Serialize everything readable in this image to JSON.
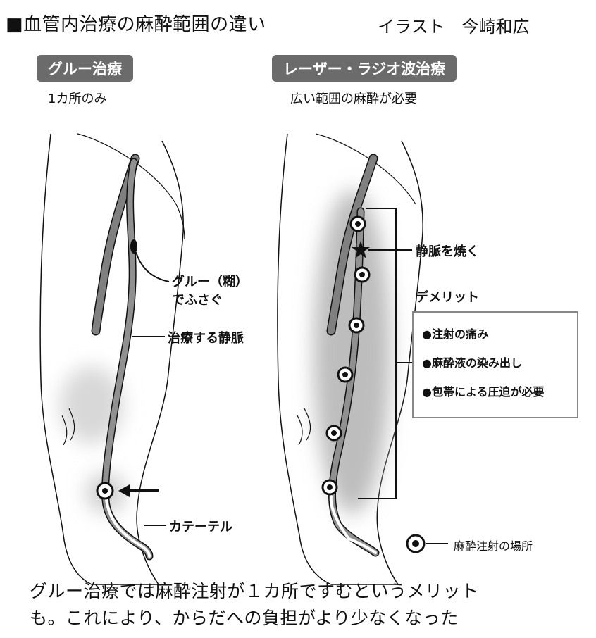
{
  "header": {
    "title": "■血管内治療の麻酔範囲の違い",
    "credit": "イラスト　今崎和広"
  },
  "left_panel": {
    "label": "グルー治療",
    "subtitle": "1カ所のみ",
    "callout_glue_1": "グルー（糊）",
    "callout_glue_2": "でふさぐ",
    "callout_vein": "治療する静脈",
    "callout_catheter": "カテーテル"
  },
  "right_panel": {
    "label": "レーザー・ラジオ波治療",
    "subtitle": "広い範囲の麻酔が必要",
    "callout_burn": "静脈を焼く",
    "demerit_title": "デメリット",
    "demerits": [
      "●注射の痛み",
      "●麻酔液の染み出し",
      "●包帯による圧迫が必要"
    ],
    "legend": "麻酔注射の場所"
  },
  "caption": {
    "line1": "グルー治療では麻酔注射が１カ所ですむというメリット",
    "line2": "も。これにより、からだへの負担がより少なくなった"
  },
  "colors": {
    "pill_bg": "#6b6b6b",
    "shade": "#c8c8c8",
    "vein": "#808080",
    "outline": "#111111"
  }
}
